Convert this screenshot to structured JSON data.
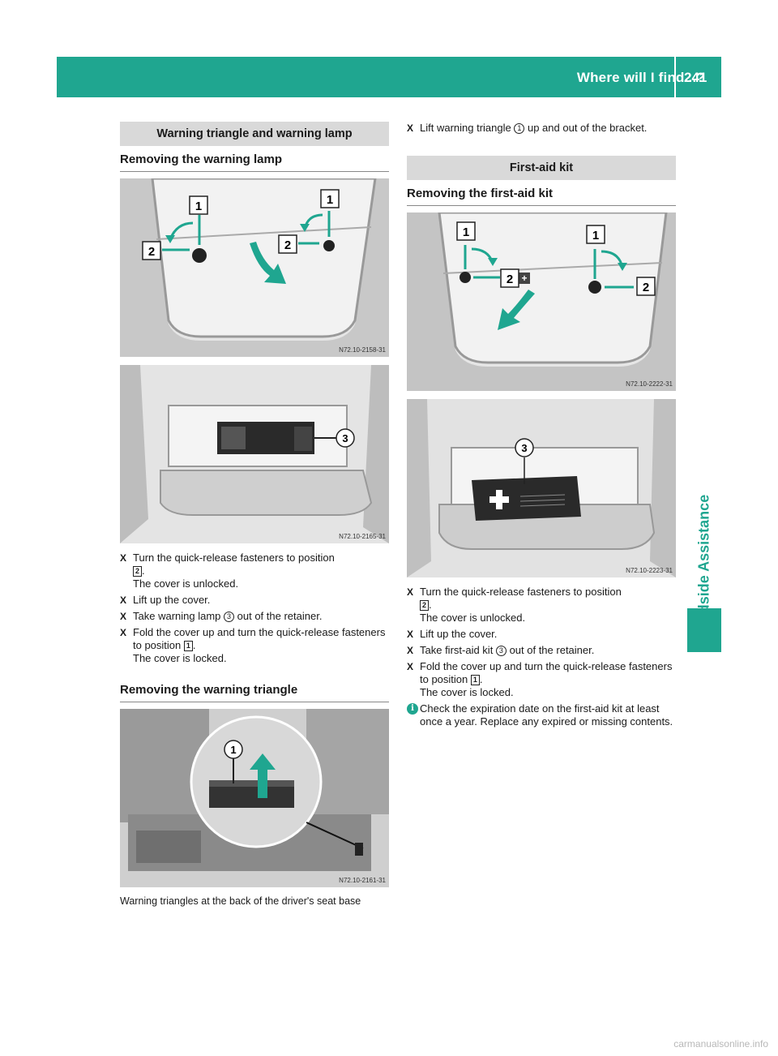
{
  "header": {
    "title": "Where will I find...?",
    "page_number": "241",
    "side_tab": "Roadside Assistance"
  },
  "colors": {
    "accent": "#1fa690",
    "section_bg": "#d9d9d9"
  },
  "left": {
    "section_title": "Warning triangle and warning lamp",
    "sub1": "Removing the warning lamp",
    "fig1": {
      "code": "N72.10-2158-31",
      "labels": [
        "1",
        "2",
        "1",
        "2"
      ]
    },
    "fig2": {
      "code": "N72.10-2165-31",
      "label": "3"
    },
    "steps": {
      "s1_pre": "Turn the quick-release fasteners to position",
      "s1_num": "2",
      "s1_post": ".",
      "s1_result": "The cover is unlocked.",
      "s2": "Lift up the cover.",
      "s3_pre": "Take warning lamp",
      "s3_num": "3",
      "s3_post": "out of the retainer.",
      "s4_pre": "Fold the cover up and turn the quick-release fasteners to position",
      "s4_num": "1",
      "s4_post": ".",
      "s4_result": "The cover is locked."
    },
    "sub2": "Removing the warning triangle",
    "fig3": {
      "code": "N72.10-2161-31",
      "label": "1"
    },
    "caption": "Warning triangles at the back of the driver's seat base"
  },
  "right": {
    "top_step_pre": "Lift warning triangle",
    "top_step_num": "1",
    "top_step_post": "up and out of the bracket.",
    "section_title": "First-aid kit",
    "sub1": "Removing the first-aid kit",
    "fig1": {
      "code": "N72.10-2222-31",
      "labels": [
        "1",
        "2",
        "1",
        "2"
      ]
    },
    "fig2": {
      "code": "N72.10-2223-31",
      "label": "3"
    },
    "steps": {
      "s1_pre": "Turn the quick-release fasteners to position",
      "s1_num": "2",
      "s1_post": ".",
      "s1_result": "The cover is unlocked.",
      "s2": "Lift up the cover.",
      "s3_pre": "Take first-aid kit",
      "s3_num": "3",
      "s3_post": "out of the retainer.",
      "s4_pre": "Fold the cover up and turn the quick-release fasteners to position",
      "s4_num": "1",
      "s4_post": ".",
      "s4_result": "The cover is locked."
    },
    "info_icon": "i",
    "info": "Check the expiration date on the first-aid kit at least once a year. Replace any expired or missing contents."
  },
  "bullet": "X",
  "watermark": "carmanualsonline.info"
}
